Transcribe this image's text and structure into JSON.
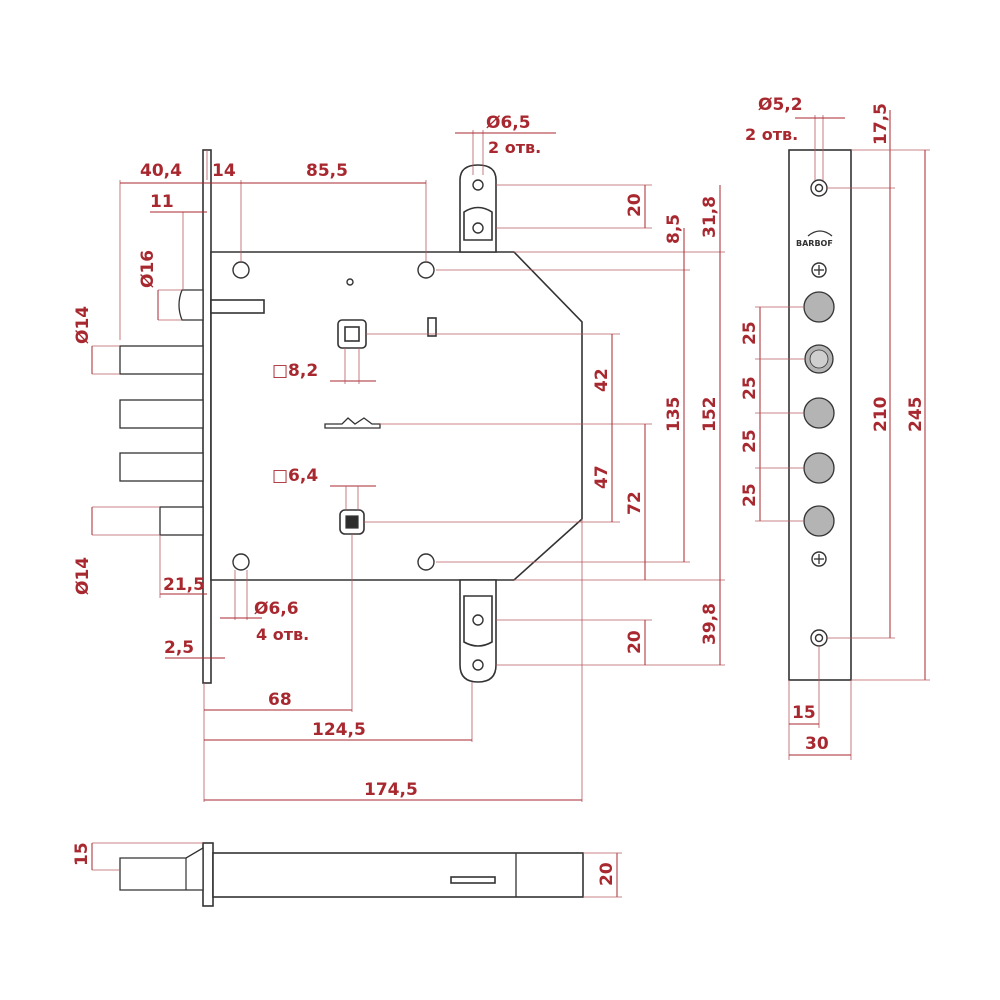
{
  "diagram": {
    "front_view": {
      "dim_40_4": "40,4",
      "dim_14_top": "14",
      "dim_85_5": "85,5",
      "dim_11": "11",
      "dim_d16": "Ø16",
      "dim_d14_upper": "Ø14",
      "dim_d14_lower": "Ø14",
      "dim_sq_8_2": "□8,2",
      "dim_sq_6_4": "□6,4",
      "dim_21_5": "21,5",
      "dim_d6_6": "Ø6,6",
      "dim_d6_6_note": "4 отв.",
      "dim_2_5": "2,5",
      "dim_68": "68",
      "dim_124_5": "124,5",
      "dim_174_5": "174,5",
      "dim_d6_5": "Ø6,5",
      "dim_d6_5_note": "2 отв.",
      "dim_20_top": "20",
      "dim_8_5": "8,5",
      "dim_31_8": "31,8",
      "dim_42": "42",
      "dim_47": "47",
      "dim_72": "72",
      "dim_135": "135",
      "dim_152": "152",
      "dim_20_bottom": "20",
      "dim_39_8": "39,8"
    },
    "side_view": {
      "dim_d5_2": "Ø5,2",
      "dim_d5_2_note": "2 отв.",
      "dim_17_5": "17,5",
      "dim_25_1": "25",
      "dim_25_2": "25",
      "dim_25_3": "25",
      "dim_25_4": "25",
      "dim_210": "210",
      "dim_245": "245",
      "dim_15": "15",
      "dim_30": "30",
      "logo_text": "BARBOF"
    },
    "bottom_view": {
      "dim_15": "15",
      "dim_20": "20"
    }
  }
}
